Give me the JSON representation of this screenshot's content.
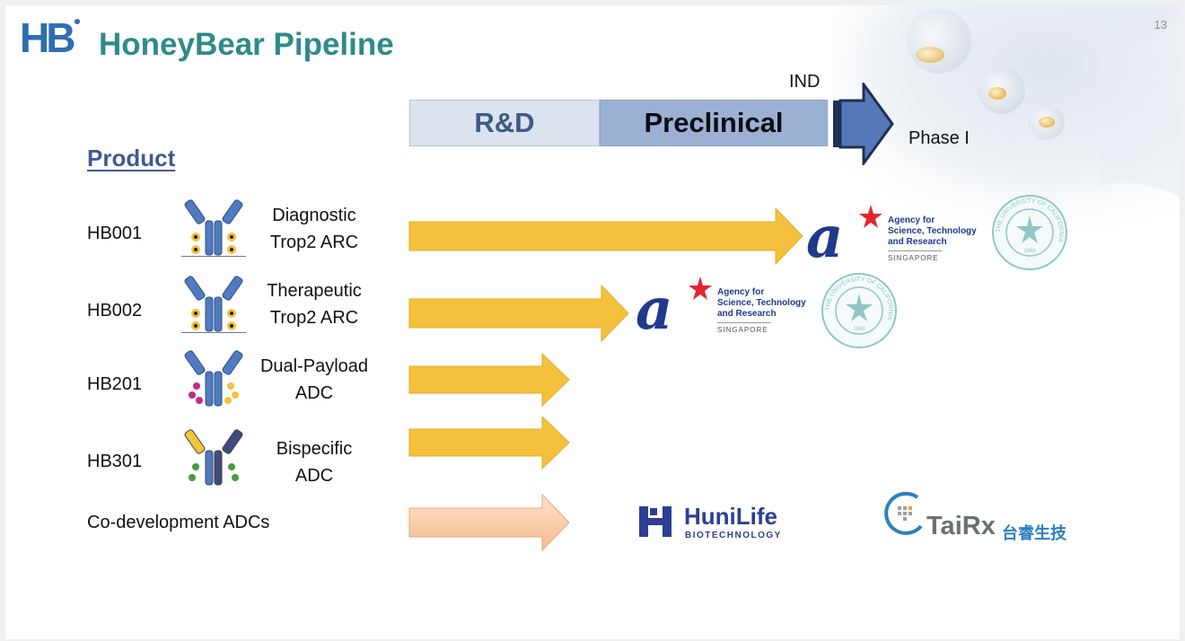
{
  "header": {
    "title": "HoneyBear Pipeline",
    "logo_text": "HB",
    "page_number": "13"
  },
  "phases": {
    "rd": "R&D",
    "preclinical": "Preclinical",
    "ind": "IND",
    "phase1": "Phase I"
  },
  "product_header": "Product",
  "rows": [
    {
      "code": "HB001",
      "desc_line1": "Diagnostic",
      "desc_line2": "Trop2 ARC"
    },
    {
      "code": "HB002",
      "desc_line1": "Therapeutic",
      "desc_line2": "Trop2 ARC"
    },
    {
      "code": "HB201",
      "desc_line1": "Dual-Payload",
      "desc_line2": "ADC"
    },
    {
      "code": "HB301",
      "desc_line1": "Bispecific",
      "desc_line2": "ADC"
    },
    {
      "code": "Co-development ADCs"
    }
  ],
  "partners": {
    "astar": {
      "line1": "Agency for",
      "line2": "Science, Technology",
      "line3": "and Research",
      "country": "SINGAPORE"
    },
    "uc_seal_text": "THE UNIVERSITY OF CALIFORNIA",
    "uc_seal_year": "1868",
    "hunilife": {
      "name": "HuniLife",
      "sub": "BIOTECHNOLOGY"
    },
    "tairx": {
      "name": "TaiRx",
      "chinese": "台睿生技"
    }
  },
  "colors": {
    "title": "#2e8a8a",
    "arrow_gold": "#f4c13d",
    "arrow_peach": "#f8caa4",
    "astar_blue": "#1f3a8c",
    "astar_star": "#e32633",
    "uc_seal": "#8fc7c5",
    "hunilife_blue": "#2d3e93",
    "tairx_blue": "#2d7fc0"
  }
}
